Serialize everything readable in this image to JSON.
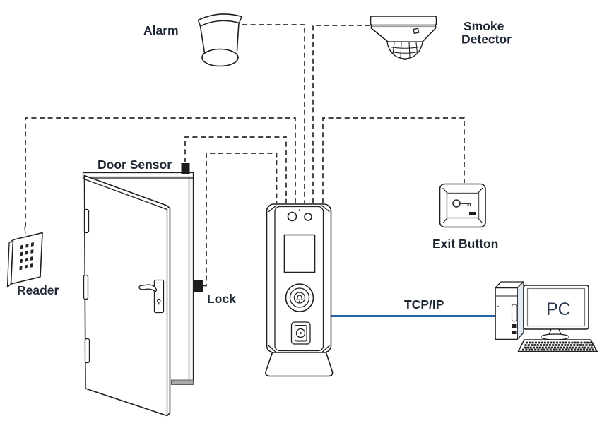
{
  "labels": {
    "alarm": "Alarm",
    "smoke_detector": [
      "Smoke",
      "Detector"
    ],
    "door_sensor": "Door Sensor",
    "reader": "Reader",
    "lock": "Lock",
    "exit_button": "Exit Button",
    "tcp_ip": "TCP/IP",
    "pc": "PC"
  },
  "colors": {
    "background": "#ffffff",
    "line_art": "#1f1f1f",
    "dashed_wire": "#2b2b2b",
    "label_text": "#1d2733",
    "tcp_ip_line": "#2563a8",
    "device_solid_black": "#1c1c1c",
    "threshold_gray": "#a8a8a8"
  },
  "components": [
    {
      "id": "alarm",
      "label": "Alarm"
    },
    {
      "id": "smoke_detector",
      "label": "Smoke Detector"
    },
    {
      "id": "door_sensor",
      "label": "Door Sensor"
    },
    {
      "id": "reader",
      "label": "Reader"
    },
    {
      "id": "lock",
      "label": "Lock"
    },
    {
      "id": "door",
      "label": ""
    },
    {
      "id": "access_controller",
      "label": ""
    },
    {
      "id": "exit_button",
      "label": "Exit Button"
    },
    {
      "id": "pc",
      "label": "PC"
    }
  ],
  "connections": [
    {
      "from": "alarm",
      "to": "access_controller",
      "style": "dashed"
    },
    {
      "from": "smoke_detector",
      "to": "access_controller",
      "style": "dashed"
    },
    {
      "from": "reader",
      "to": "access_controller",
      "style": "dashed"
    },
    {
      "from": "door_sensor",
      "to": "access_controller",
      "style": "dashed"
    },
    {
      "from": "lock",
      "to": "access_controller",
      "style": "dashed"
    },
    {
      "from": "exit_button",
      "to": "access_controller",
      "style": "dashed"
    },
    {
      "from": "access_controller",
      "to": "pc",
      "style": "solid",
      "label": "TCP/IP"
    }
  ]
}
